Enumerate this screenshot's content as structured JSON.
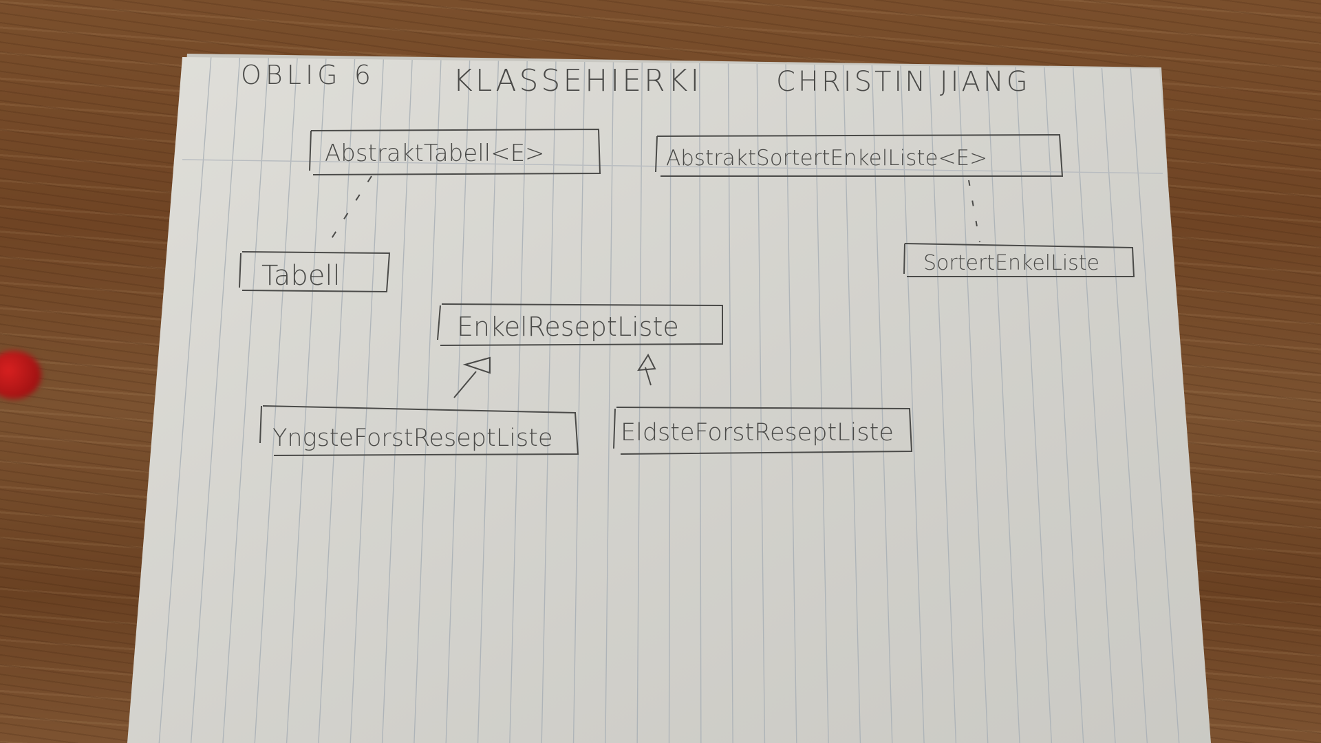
{
  "heading": {
    "left": "OBLIG 6",
    "center": "KLASSEHIERKI",
    "right": "CHRISTIN JIANG"
  },
  "classes": {
    "abstrakt_tabell": "AbstraktTabell<E>",
    "abstrakt_sortert": "AbstraktSortertEnkelListe<E>",
    "tabell": "Tabell",
    "sortert_enkel": "SortertEnkelListe",
    "enkel_resept": "EnkelReseptListe",
    "yngste": "YngsteForstReseptListe",
    "eldste": "EldsteForstReseptListe"
  },
  "colors": {
    "table": "#74492a",
    "paper": "#d9d8d2",
    "ink": "#4a4a48",
    "rule": "#a9b0b6"
  }
}
